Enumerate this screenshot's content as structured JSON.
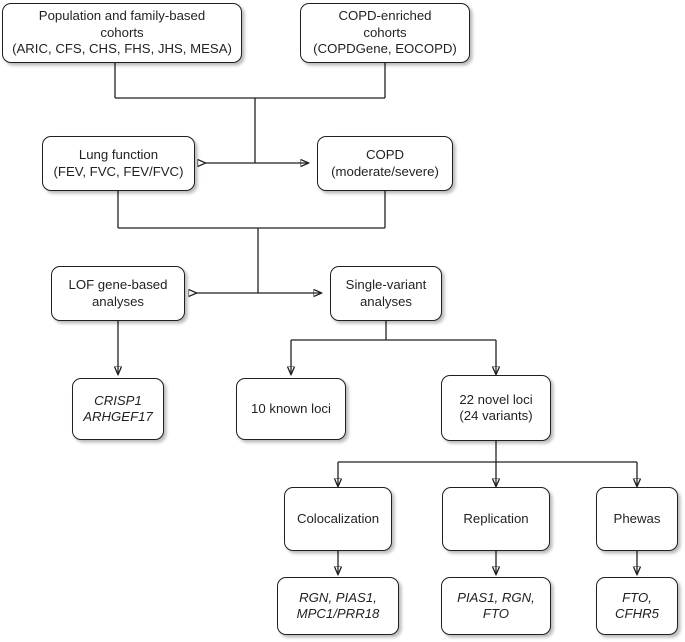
{
  "diagram": {
    "title": "COPD and lung function genetic analysis workflow",
    "background_color": "#ffffff",
    "line_color": "#231f20",
    "box_border_color": "#231f20",
    "nodes": {
      "population_cohorts": "Population and family-based\ncohorts\n(ARIC, CFS, CHS, FHS, JHS, MESA)",
      "copd_cohorts": "COPD-enriched\ncohorts\n(COPDGene, EOCOPD)",
      "lung_function": "Lung function\n(FEV, FVC, FEV/FVC)",
      "copd_severity": "COPD\n(moderate/severe)",
      "lof_analyses": "LOF gene-based\nanalyses",
      "single_variant_analyses": "Single-variant\nanalyses",
      "lof_genes": "CRISP1\nARHGEF17",
      "known_loci": "10 known loci",
      "novel_loci": "22 novel loci\n(24 variants)",
      "colocalization": "Colocalization",
      "replication": "Replication",
      "phewas": "Phewas",
      "colocalization_genes": "RGN, PIAS1,\nMPC1/PRR18",
      "replication_genes": "PIAS1, RGN,\nFTO",
      "phewas_genes": "FTO,\nCFHR5"
    }
  }
}
